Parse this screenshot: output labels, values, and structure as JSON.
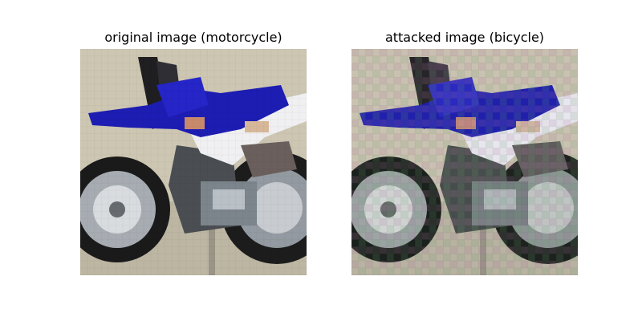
{
  "panels": [
    {
      "title": "original image (motorcycle)",
      "image": "pixelated photo of a blue and white motorcycle",
      "variant": "original"
    },
    {
      "title": "attacked image (bicycle)",
      "image": "pixelated photo of a blue and white motorcycle with added adversarial noise",
      "variant": "attacked"
    }
  ],
  "colors": {
    "background": "#cfc7b3",
    "frame_blue": "#1e1eb4",
    "frame_blue_light": "#3d4fd0",
    "white_body": "#f2f2f4",
    "tire": "#1a1a1a",
    "rim": "#a8adb3",
    "engine": "#6c7278"
  }
}
